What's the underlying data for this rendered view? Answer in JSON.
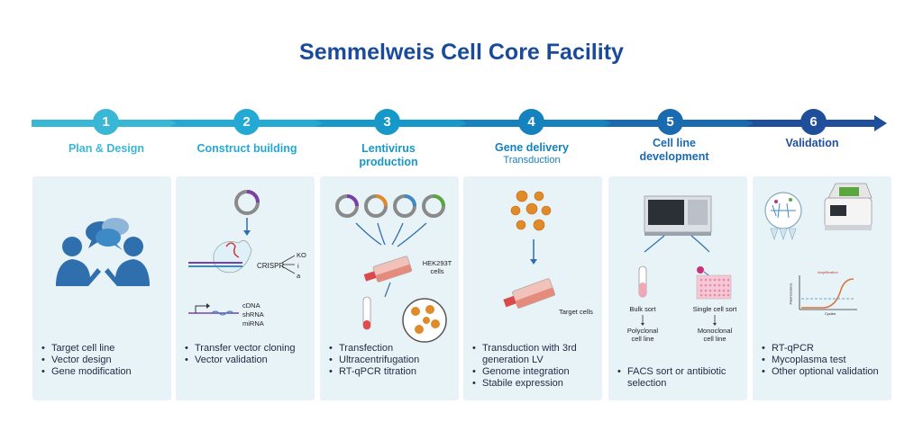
{
  "title": "Semmelweis Cell Core Facility",
  "colors": [
    "#3bb7d6",
    "#23a9d3",
    "#1698c8",
    "#1581bd",
    "#1a6ab0",
    "#1f4e9b"
  ],
  "steps": [
    {
      "number": "1",
      "title": "Plan & Design",
      "subtitle": "",
      "bullets": [
        "Target cell line",
        "Vector design",
        "Gene modification"
      ],
      "icon": "consultation-people-icon",
      "labels": {}
    },
    {
      "number": "2",
      "title": "Construct building",
      "subtitle": "",
      "bullets": [
        "Transfer vector cloning",
        "Vector validation"
      ],
      "icon": "plasmid-icon",
      "labels": {
        "crispr": "CRISPR",
        "ko": "KO",
        "i": "i",
        "a": "a",
        "cdna": "cDNA",
        "shrna": "shRNA",
        "mirna": "miRNA"
      }
    },
    {
      "number": "3",
      "title": "Lentivirus",
      "title2": "production",
      "subtitle": "",
      "bullets": [
        "Transfection",
        "Ultracentrifugation",
        "RT-qPCR titration"
      ],
      "icon": "plasmids-flask-icon",
      "labels": {
        "hek1": "HEK293T",
        "hek2": "cells"
      }
    },
    {
      "number": "4",
      "title": "Gene delivery",
      "subtitle": "Transduction",
      "bullets": [
        "Transduction with 3rd",
        "generation LV",
        "Genome integration",
        "Stabile expression"
      ],
      "icon": "virus-flask-icon",
      "labels": {
        "target": "Target cells"
      }
    },
    {
      "number": "5",
      "title": "Cell line",
      "title2": "development",
      "subtitle": "",
      "bullets": [
        "FACS sort or antibiotic",
        "selection"
      ],
      "icon": "facs-sorter-icon",
      "labels": {
        "bulk": "Bulk sort",
        "poly1": "Polyclonal",
        "poly2": "cell line",
        "single": "Single cell sort",
        "mono1": "Monoclonal",
        "mono2": "cell line"
      }
    },
    {
      "number": "6",
      "title": "Validation",
      "subtitle": "",
      "bullets": [
        "RT-qPCR",
        "Mycoplasma test",
        "Other optional validation"
      ],
      "icon": "qpcr-machine-icon",
      "labels": {
        "amp": "Amplification",
        "fluor": "Fluorescence",
        "cycles": "Cycles"
      }
    }
  ]
}
